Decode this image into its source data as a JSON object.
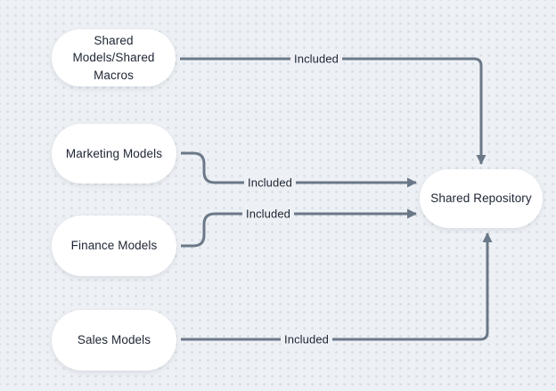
{
  "colors": {
    "background": "#edf0f4",
    "dot": "#ccd4dc",
    "node_fill": "#ffffff",
    "node_text": "#1d2533",
    "connector": "#6b7888"
  },
  "nodes": [
    {
      "label": "Shared\nModels/Shared\nMacros"
    },
    {
      "label": "Marketing Models"
    },
    {
      "label": "Finance Models"
    },
    {
      "label": "Sales Models"
    },
    {
      "label": "Shared Repository"
    }
  ],
  "edges": [
    {
      "label": "Included"
    },
    {
      "label": "Included"
    },
    {
      "label": "Included"
    },
    {
      "label": "Included"
    }
  ]
}
